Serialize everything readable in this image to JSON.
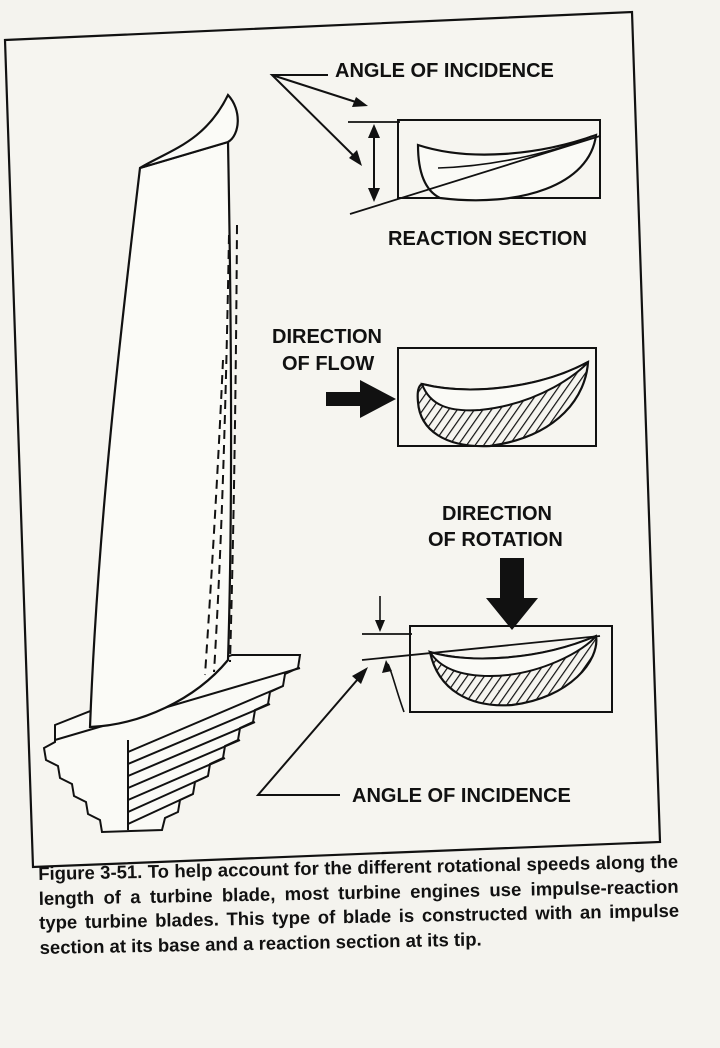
{
  "labels": {
    "angle_of_incidence_top": "ANGLE OF INCIDENCE",
    "reaction_section": "REACTION SECTION",
    "direction_of_flow_line1": "DIRECTION",
    "direction_of_flow_line2": "OF FLOW",
    "direction_of_rotation_line1": "DIRECTION",
    "direction_of_rotation_line2": "OF ROTATION",
    "angle_of_incidence_bottom": "ANGLE OF INCIDENCE"
  },
  "caption": "Figure 3-51. To help account for the different rotational speeds along the length of a turbine blade, most turbine engines use impulse-reaction type turbine blades. This type of blade is constructed with an impulse section at its base and a reaction section at its tip."
}
